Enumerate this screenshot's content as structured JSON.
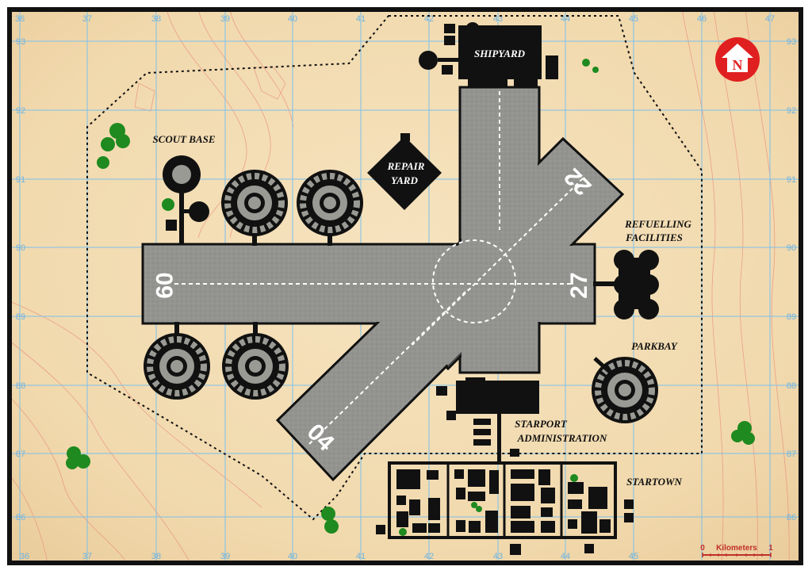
{
  "grid": {
    "columns": [
      "36",
      "37",
      "38",
      "39",
      "40",
      "41",
      "42",
      "43",
      "44",
      "45",
      "46",
      "47"
    ],
    "rows": [
      "93",
      "92",
      "91",
      "90",
      "89",
      "88",
      "87",
      "86"
    ]
  },
  "labels": {
    "shipyard": "SHIPYARD",
    "scout_base": "SCOUT BASE",
    "repair_yard_1": "REPAIR",
    "repair_yard_2": "YARD",
    "refuelling_1": "REFUELLING",
    "refuelling_2": "FACILITIES",
    "parkbay": "PARKBAY",
    "starport_admin_1": "STARPORT",
    "starport_admin_2": "ADMINISTRATION",
    "startown": "STARTOWN"
  },
  "runways": {
    "r09": "09",
    "r27": "27",
    "r22": "22",
    "r04": "04"
  },
  "north": {
    "letter": "N",
    "color": "#e02020"
  },
  "scale": {
    "zero": "0",
    "one": "1",
    "unit": "Kilometers",
    "color": "#c0302a"
  },
  "colors": {
    "parchment": "#f3dfb8",
    "grid": "#7cc0ec",
    "contour": "#e8857a",
    "tarmac": "#8f8f8a",
    "building": "#111111",
    "vegetation": "#1f8a1f"
  }
}
